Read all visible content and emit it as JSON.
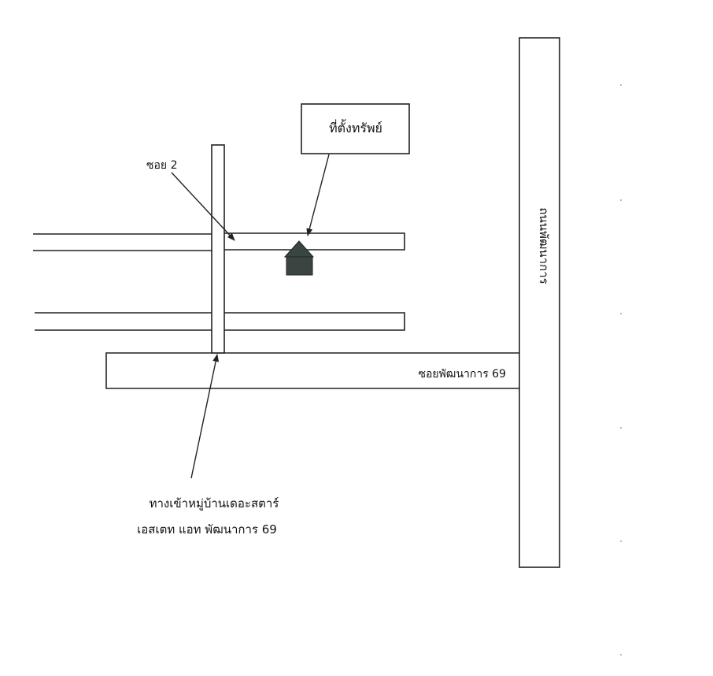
{
  "labels": {
    "property": "ที่ตั้งทรัพย์",
    "soi2": "ซอย 2",
    "main_road_vertical": "ถนนพัฒนาการ",
    "main_soi": "ซอยพัฒนาการ 69",
    "entrance_line1": "ทางเข้าหมู่บ้านเดอะสตาร์",
    "entrance_line2": "เอสเตท แอท พัฒนาการ 69"
  },
  "icons": {
    "property_marker": "house-icon"
  },
  "colors": {
    "house_fill": "#3a4542",
    "line": "#222222"
  }
}
